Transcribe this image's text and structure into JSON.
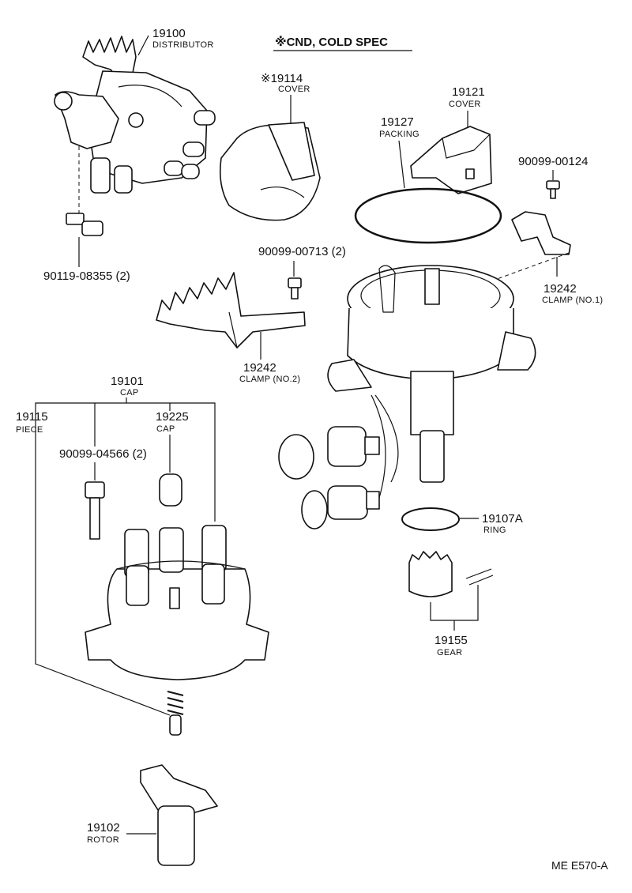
{
  "header": {
    "spec": "※CND, COLD SPEC",
    "code": "ME  E570-A"
  },
  "parts": [
    {
      "id": "distributor",
      "number": "19100",
      "name": "DISTRIBUTOR"
    },
    {
      "id": "cover-cold",
      "number": "※19114",
      "name": "COVER"
    },
    {
      "id": "cover",
      "number": "19121",
      "name": "COVER"
    },
    {
      "id": "packing",
      "number": "19127",
      "name": "PACKING"
    },
    {
      "id": "screw-00124",
      "number": "90099-00124",
      "name": ""
    },
    {
      "id": "bolt-08355",
      "number": "90119-08355 (2)",
      "name": ""
    },
    {
      "id": "screw-00713",
      "number": "90099-00713 (2)",
      "name": ""
    },
    {
      "id": "clamp-no1",
      "number": "19242",
      "name": "CLAMP (NO.1)"
    },
    {
      "id": "clamp-no2",
      "number": "19242",
      "name": "CLAMP (NO.2)"
    },
    {
      "id": "cap-main",
      "number": "19101",
      "name": "CAP"
    },
    {
      "id": "piece",
      "number": "19115",
      "name": "PIECE"
    },
    {
      "id": "cap-small",
      "number": "19225",
      "name": "CAP"
    },
    {
      "id": "screw-04566",
      "number": "90099-04566 (2)",
      "name": ""
    },
    {
      "id": "ring",
      "number": "19107A",
      "name": "RING"
    },
    {
      "id": "gear",
      "number": "19155",
      "name": "GEAR"
    },
    {
      "id": "rotor",
      "number": "19102",
      "name": "ROTOR"
    }
  ]
}
